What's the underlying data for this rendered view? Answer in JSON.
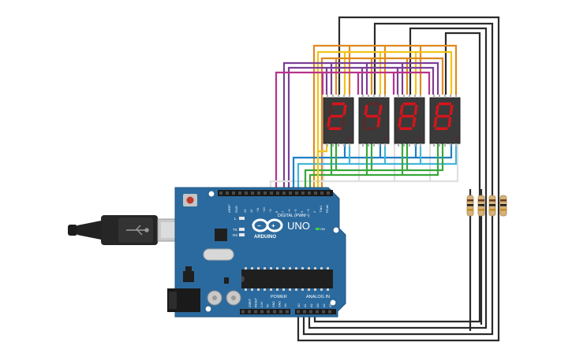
{
  "board": {
    "brand": "ARDUINO",
    "model": "UNO",
    "on_label": "ON",
    "digital_label": "DIGITAL (PWM~)",
    "power_label": "POWER",
    "analog_label": "ANALOG IN",
    "aref": "AREF",
    "gnd": "GND",
    "digital_pins": [
      "13",
      "12",
      "~11",
      "~10",
      "~9",
      "8",
      "7",
      "~6",
      "~5",
      "4",
      "~3",
      "2",
      "TX▸1",
      "RX◂0"
    ],
    "power_pins": [
      "IOREF",
      "RESET",
      "3.3V",
      "5V",
      "GND",
      "GND",
      "Vin"
    ],
    "analog_pins": [
      "A0",
      "A1",
      "A2",
      "A3",
      "A4",
      "A5"
    ],
    "led_l": "L",
    "led_tx": "TX",
    "led_rx": "RX"
  },
  "displays": [
    {
      "id": "digit-1",
      "segments": [
        "a",
        "b",
        "g",
        "e",
        "d"
      ]
    },
    {
      "id": "digit-2",
      "segments": [
        "f",
        "g",
        "b",
        "c"
      ]
    },
    {
      "id": "digit-3",
      "segments": [
        "a",
        "b",
        "c",
        "d",
        "e",
        "f",
        "g"
      ]
    },
    {
      "id": "digit-4",
      "segments": [
        "a",
        "b",
        "c",
        "d",
        "e",
        "f",
        "g"
      ]
    }
  ],
  "colors": {
    "board": "#2b6a9e",
    "display_body": "#3a3a3a",
    "segment_on": "#d4151c",
    "segment_off": "#5a2a2a",
    "wire_black": "#2b2b2b",
    "wire_orange": "#e08a1e",
    "wire_yellow": "#f2c418",
    "wire_purple": "#7a3f97",
    "wire_magenta": "#b8338a",
    "wire_blue": "#1f7fc4",
    "wire_cyan": "#45b6d8",
    "wire_green": "#3aa83a",
    "wire_white": "#e6e6e6"
  }
}
